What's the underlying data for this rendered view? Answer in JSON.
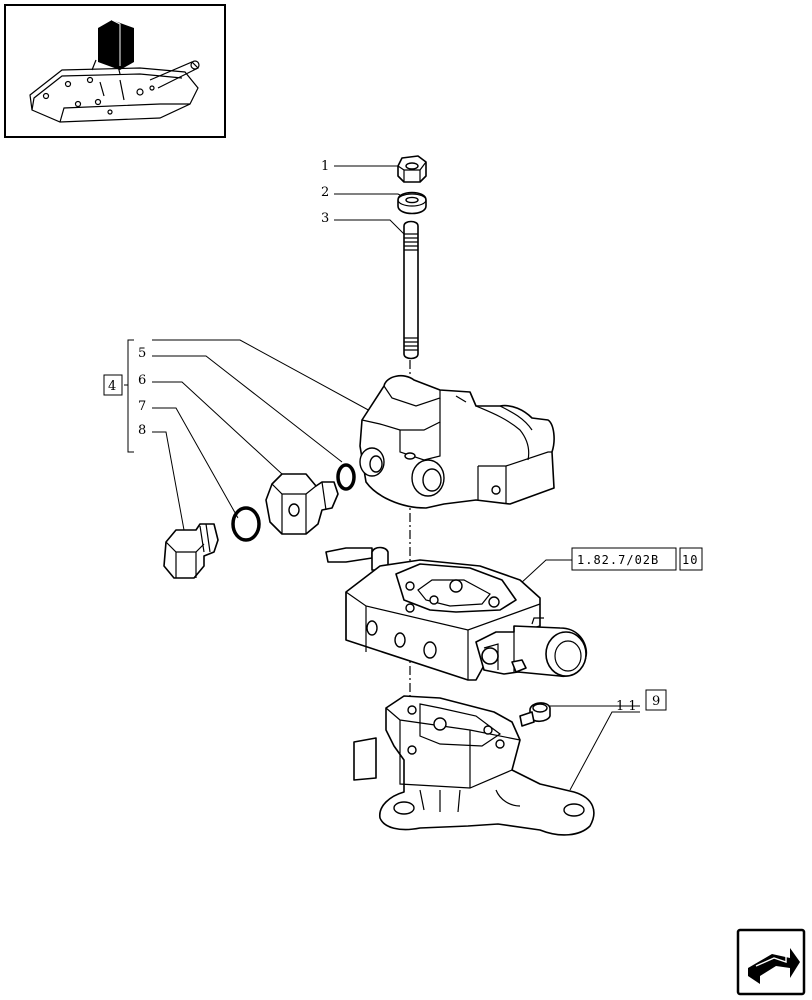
{
  "callouts": {
    "p1": "1",
    "p2": "2",
    "p3": "3",
    "group": "4",
    "p5": "5",
    "p6": "6",
    "p7": "7",
    "p8": "8",
    "p11": "1 1",
    "ref9": "9",
    "xref": "1.82.7/02B",
    "ref10": "10"
  },
  "icons": {
    "thumbnail": "tractor-lift-housing-thumbnail",
    "navigation": "next-page-arrow-icon"
  }
}
